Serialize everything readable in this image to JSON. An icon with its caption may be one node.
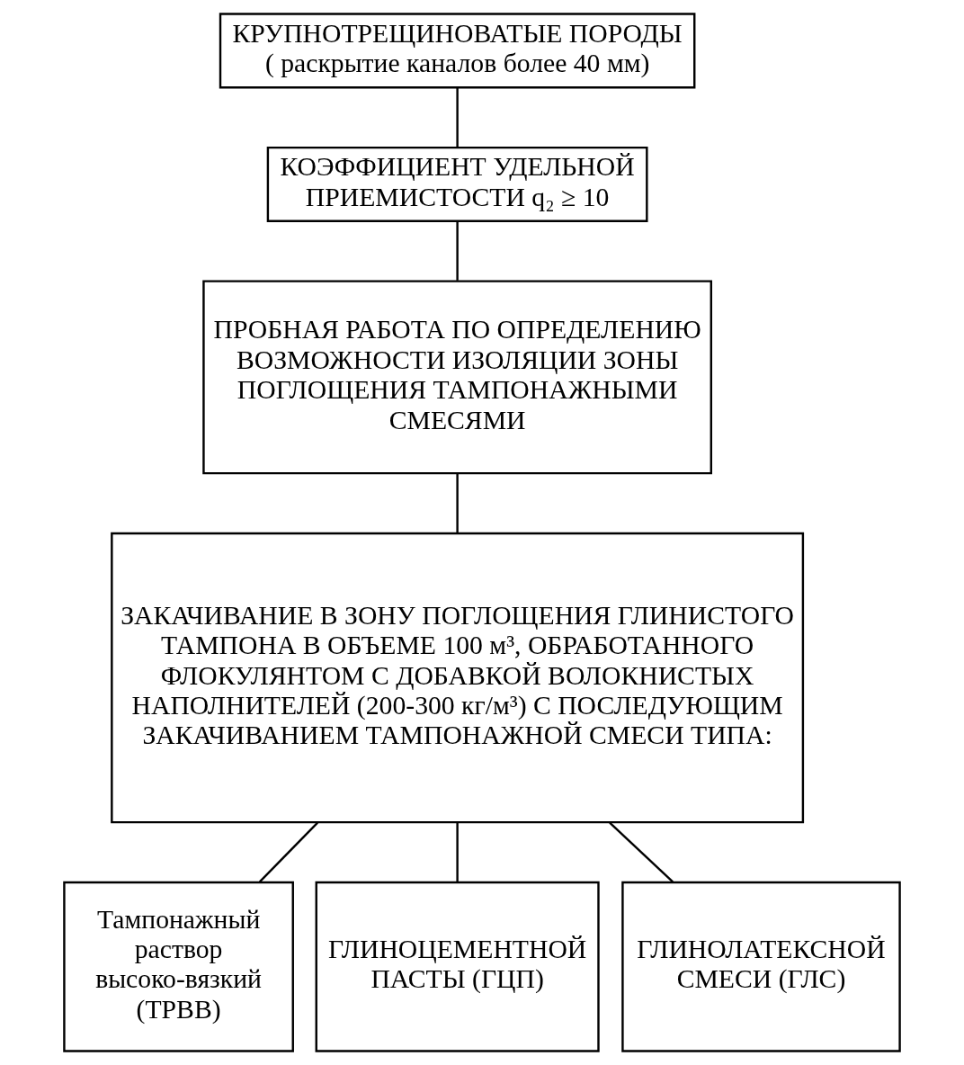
{
  "diagram": {
    "nodes": [
      {
        "text": [
          "КРУПНОТРЕЩИНОВАТЫЕ ПОРОДЫ",
          "( раскрытие каналов более 40 мм)"
        ]
      },
      {
        "text": [
          "КОЭФФИЦИЕНТ УДЕЛЬНОЙ ПРИЕМИСТОСТИ q₂ ≥ 10"
        ]
      },
      {
        "text": [
          "ПРОБНАЯ РАБОТА ПО ОПРЕДЕЛЕНИЮ ВОЗМОЖНОСТИ ИЗОЛЯЦИИ ЗОНЫ ПОГЛОЩЕНИЯ ТАМПОНАЖНЫМИ СМЕСЯМИ"
        ]
      },
      {
        "text": [
          "ЗАКАЧИВАНИЕ В ЗОНУ ПОГЛОЩЕНИЯ ГЛИНИСТОГО ТАМПОНА В ОБЪЕМЕ 100 м³, ОБРАБОТАННОГО ФЛОКУЛЯНТОМ С ДОБАВКОЙ ВОЛОКНИСТЫХ НАПОЛНИТЕЛЕЙ (200-300 кг/м³) С ПОСЛЕДУЮЩИМ ЗАКАЧИВАНИЕМ ТАМПОНАЖНОЙ СМЕСИ ТИПА:"
        ]
      },
      {
        "text": [
          "Тампонажный раствор высоко-вязкий (ТРВВ)"
        ]
      },
      {
        "text": [
          "ГЛИНОЦЕМЕНТНОЙ ПАСТЫ (ГЦП)"
        ]
      },
      {
        "text": [
          "ГЛИНОЛАТЕКСНОЙ СМЕСИ (ГЛС)"
        ]
      }
    ],
    "edges": [
      {
        "from": 0,
        "to": 1,
        "arrow": "none"
      },
      {
        "from": 1,
        "to": 2,
        "arrow": "none"
      },
      {
        "from": 2,
        "to": 3,
        "arrow": "none"
      },
      {
        "from": 3,
        "to": 4,
        "arrow": "none"
      },
      {
        "from": 3,
        "to": 5,
        "arrow": "none"
      },
      {
        "from": 3,
        "to": 6,
        "arrow": "none"
      }
    ]
  }
}
